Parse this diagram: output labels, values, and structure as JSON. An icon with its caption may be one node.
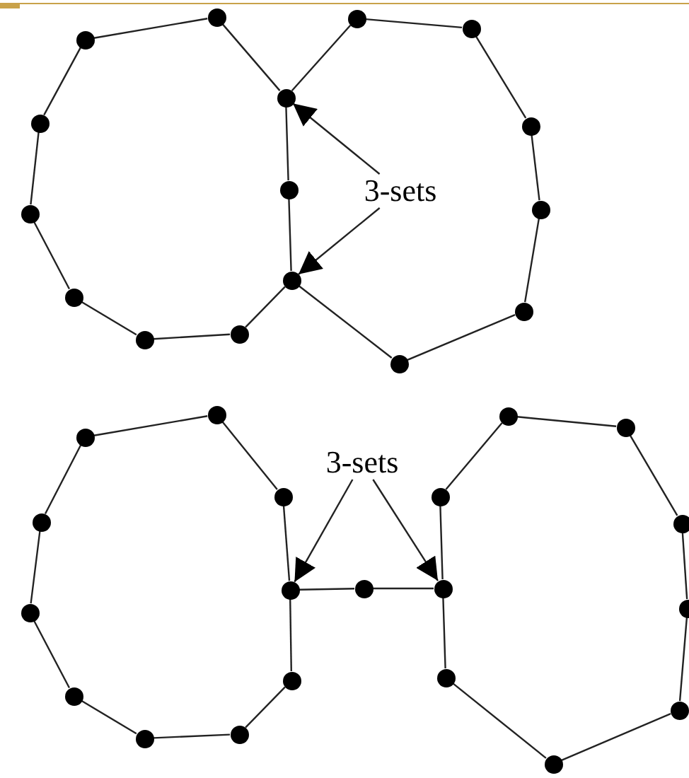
{
  "diagram": {
    "nodes": [
      {
        "text": [
          "3-sets"
        ]
      },
      {
        "text": [],
        "shape": "circle"
      },
      {
        "text": [],
        "shape": "circle"
      },
      {
        "text": [],
        "shape": "circle"
      },
      {
        "text": [],
        "shape": "circle"
      },
      {
        "text": [],
        "shape": "circle"
      },
      {
        "text": [],
        "shape": "circle"
      },
      {
        "text": [],
        "shape": "circle"
      },
      {
        "text": [],
        "shape": "circle"
      },
      {
        "text": [],
        "shape": "circle"
      },
      {
        "text": [],
        "shape": "circle"
      },
      {
        "text": [],
        "shape": "circle"
      },
      {
        "text": [],
        "shape": "circle"
      },
      {
        "text": [],
        "shape": "circle"
      },
      {
        "text": [],
        "shape": "circle"
      },
      {
        "text": [],
        "shape": "circle"
      },
      {
        "text": [],
        "shape": "circle"
      },
      {
        "text": [
          "3-sets"
        ]
      },
      {
        "text": [],
        "shape": "circle"
      },
      {
        "text": [],
        "shape": "circle"
      },
      {
        "text": [],
        "shape": "circle"
      },
      {
        "text": [],
        "shape": "circle"
      },
      {
        "text": [],
        "shape": "circle"
      },
      {
        "text": [],
        "shape": "circle"
      },
      {
        "text": [],
        "shape": "circle"
      },
      {
        "text": [],
        "shape": "circle"
      },
      {
        "text": [],
        "shape": "circle"
      },
      {
        "text": [],
        "shape": "circle"
      },
      {
        "text": [],
        "shape": "circle"
      },
      {
        "text": [],
        "shape": "circle"
      },
      {
        "text": [],
        "shape": "circle"
      },
      {
        "text": [],
        "shape": "circle"
      },
      {
        "text": [],
        "shape": "circle"
      },
      {
        "text": [],
        "shape": "circle"
      },
      {
        "text": [],
        "shape": "circle"
      },
      {
        "text": [],
        "shape": "circle"
      },
      {
        "text": [],
        "shape": "circle"
      },
      {
        "text": [],
        "shape": "circle"
      }
    ],
    "edges": [
      {
        "from": 1,
        "to": 2,
        "arrow": "none"
      },
      {
        "from": 2,
        "to": 3,
        "arrow": "none"
      },
      {
        "from": 1,
        "to": 4,
        "arrow": "none"
      },
      {
        "from": 4,
        "to": 5,
        "arrow": "none"
      },
      {
        "from": 5,
        "to": 6,
        "arrow": "none"
      },
      {
        "from": 6,
        "to": 7,
        "arrow": "none"
      },
      {
        "from": 7,
        "to": 8,
        "arrow": "none"
      },
      {
        "from": 8,
        "to": 9,
        "arrow": "none"
      },
      {
        "from": 9,
        "to": 10,
        "arrow": "none"
      },
      {
        "from": 10,
        "to": 3,
        "arrow": "none"
      },
      {
        "from": 1,
        "to": 11,
        "arrow": "none"
      },
      {
        "from": 11,
        "to": 12,
        "arrow": "none"
      },
      {
        "from": 12,
        "to": 13,
        "arrow": "none"
      },
      {
        "from": 13,
        "to": 14,
        "arrow": "none"
      },
      {
        "from": 14,
        "to": 15,
        "arrow": "none"
      },
      {
        "from": 15,
        "to": 16,
        "arrow": "none"
      },
      {
        "from": 16,
        "to": 3,
        "arrow": "none"
      },
      {
        "from": 0,
        "to": 1,
        "arrow": "to"
      },
      {
        "from": 0,
        "to": 3,
        "arrow": "to"
      },
      {
        "from": 18,
        "to": 19,
        "arrow": "none"
      },
      {
        "from": 19,
        "to": 20,
        "arrow": "none"
      },
      {
        "from": 20,
        "to": 21,
        "arrow": "none"
      },
      {
        "from": 21,
        "to": 22,
        "arrow": "none"
      },
      {
        "from": 22,
        "to": 23,
        "arrow": "none"
      },
      {
        "from": 23,
        "to": 24,
        "arrow": "none"
      },
      {
        "from": 24,
        "to": 25,
        "arrow": "none"
      },
      {
        "from": 25,
        "to": 26,
        "arrow": "none"
      },
      {
        "from": 26,
        "to": 27,
        "arrow": "none"
      },
      {
        "from": 27,
        "to": 18,
        "arrow": "none"
      },
      {
        "from": 19,
        "to": 28,
        "arrow": "none"
      },
      {
        "from": 28,
        "to": 29,
        "arrow": "none"
      },
      {
        "from": 29,
        "to": 30,
        "arrow": "none"
      },
      {
        "from": 30,
        "to": 31,
        "arrow": "none"
      },
      {
        "from": 31,
        "to": 32,
        "arrow": "none"
      },
      {
        "from": 32,
        "to": 33,
        "arrow": "none"
      },
      {
        "from": 33,
        "to": 34,
        "arrow": "none"
      },
      {
        "from": 34,
        "to": 35,
        "arrow": "none"
      },
      {
        "from": 35,
        "to": 36,
        "arrow": "none"
      },
      {
        "from": 36,
        "to": 37,
        "arrow": "none"
      },
      {
        "from": 37,
        "to": 29,
        "arrow": "none"
      },
      {
        "from": 17,
        "to": 19,
        "arrow": "to"
      },
      {
        "from": 17,
        "to": 29,
        "arrow": "to"
      }
    ]
  }
}
